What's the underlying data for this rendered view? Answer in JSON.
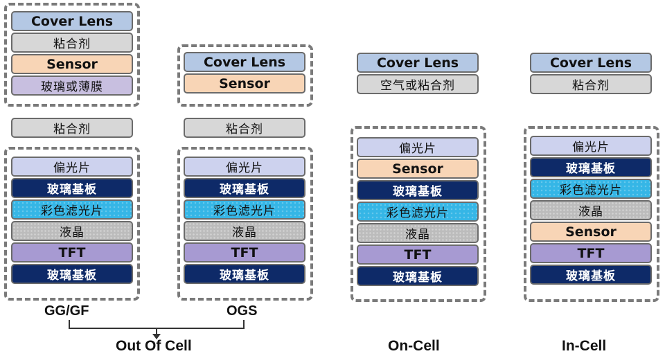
{
  "colors": {
    "cover": "#b4c8e4",
    "glue": "#d7d7d7",
    "sensor": "#f8d5b6",
    "polarizer": "#cdd2ee",
    "glass_substrate": "#0e2a68",
    "color_filter": "#35b6e6",
    "liquid_crystal": "#bcbcbc",
    "tft": "#a79ad2",
    "glass_or_film": "#c8bfe0"
  },
  "labels": {
    "cover_lens": "Cover Lens",
    "sensor": "Sensor",
    "glue": "粘合剂",
    "glass_or_film": "玻璃或薄膜",
    "air_or_glue": "空气或粘合剂",
    "polarizer": "偏光片",
    "glass_substrate": "玻璃基板",
    "color_filter": "彩色滤光片",
    "liquid_crystal": "液晶",
    "tft": "TFT"
  },
  "captions": {
    "gg_gf": "GG/GF",
    "ogs": "OGS",
    "out_of_cell": "Out Of Cell",
    "on_cell": "On-Cell",
    "in_cell": "In-Cell"
  },
  "stacks": {
    "gg_top": [
      "cover_lens",
      "glue",
      "sensor",
      "glass_or_film"
    ],
    "gg_glue": [
      "glue"
    ],
    "gg_lcd": [
      "polarizer",
      "glass_substrate",
      "color_filter",
      "liquid_crystal",
      "tft",
      "glass_substrate"
    ],
    "ogs_top": [
      "cover_lens",
      "sensor"
    ],
    "ogs_glue": [
      "glue"
    ],
    "ogs_lcd": [
      "polarizer",
      "glass_substrate",
      "color_filter",
      "liquid_crystal",
      "tft",
      "glass_substrate"
    ],
    "on_top": [
      "cover_lens",
      "air_or_glue"
    ],
    "on_lcd": [
      "polarizer",
      "sensor",
      "glass_substrate",
      "color_filter",
      "liquid_crystal",
      "tft",
      "glass_substrate"
    ],
    "in_top": [
      "cover_lens",
      "glue"
    ],
    "in_lcd": [
      "polarizer",
      "glass_substrate",
      "color_filter",
      "liquid_crystal",
      "sensor",
      "tft",
      "glass_substrate"
    ]
  }
}
